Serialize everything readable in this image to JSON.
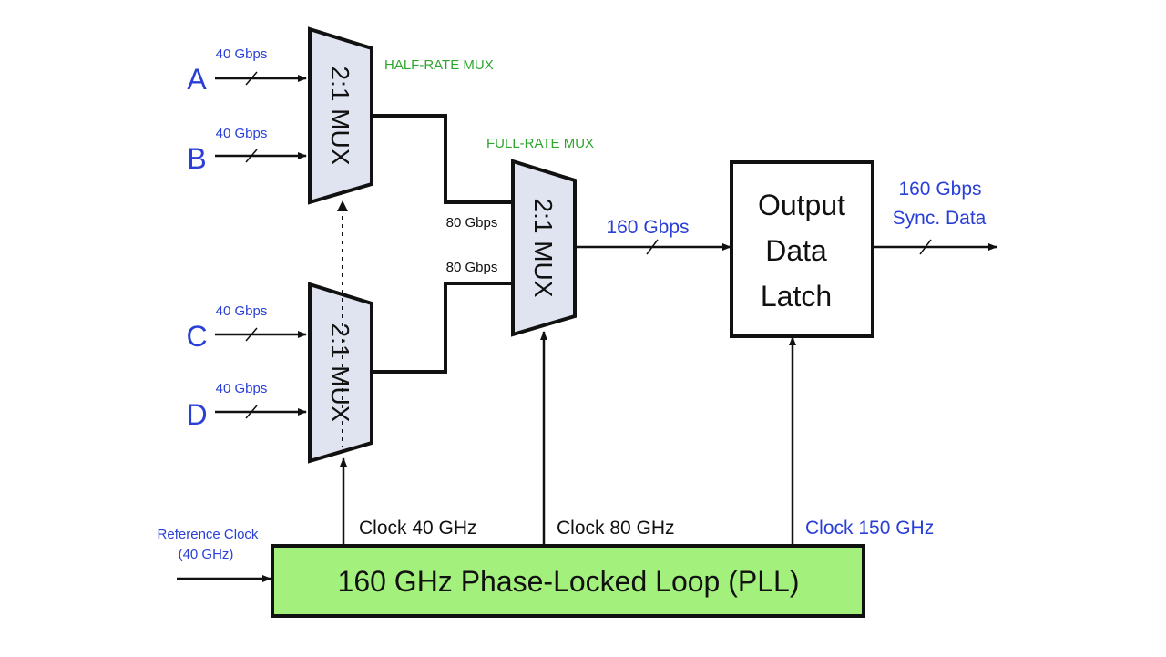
{
  "inputs": {
    "a": "A",
    "b": "B",
    "c": "C",
    "d": "D",
    "rate_a": "40 Gbps",
    "rate_b": "40 Gbps",
    "rate_c": "40 Gbps",
    "rate_d": "40 Gbps"
  },
  "mux": {
    "half_rate_title": "HALF-RATE MUX",
    "full_rate_title": "FULL-RATE MUX",
    "top_label": "2:1 MUX",
    "bottom_label": "2:1 MUX",
    "full_label": "2:1 MUX",
    "mid_rate_1": "80 Gbps",
    "mid_rate_2": "80 Gbps"
  },
  "output": {
    "line_rate": "160 Gbps",
    "latch_line1": "Output",
    "latch_line2": "Data",
    "latch_line3": "Latch",
    "sync_line1": "160 Gbps",
    "sync_line2": "Sync. Data"
  },
  "clocks": {
    "c40": "Clock 40 GHz",
    "c80": "Clock 80 GHz",
    "c150": "Clock 150 GHz"
  },
  "pll": {
    "label": "160 GHz Phase-Locked Loop (PLL)",
    "ref_line1": "Reference Clock",
    "ref_line2": "(40 GHz)"
  },
  "colors": {
    "mux_fill": "#e0e4f0",
    "pll_fill": "#a3f07d",
    "blue_text": "#2a3fd6",
    "green_text": "#2fa52f",
    "line": "#111111"
  }
}
